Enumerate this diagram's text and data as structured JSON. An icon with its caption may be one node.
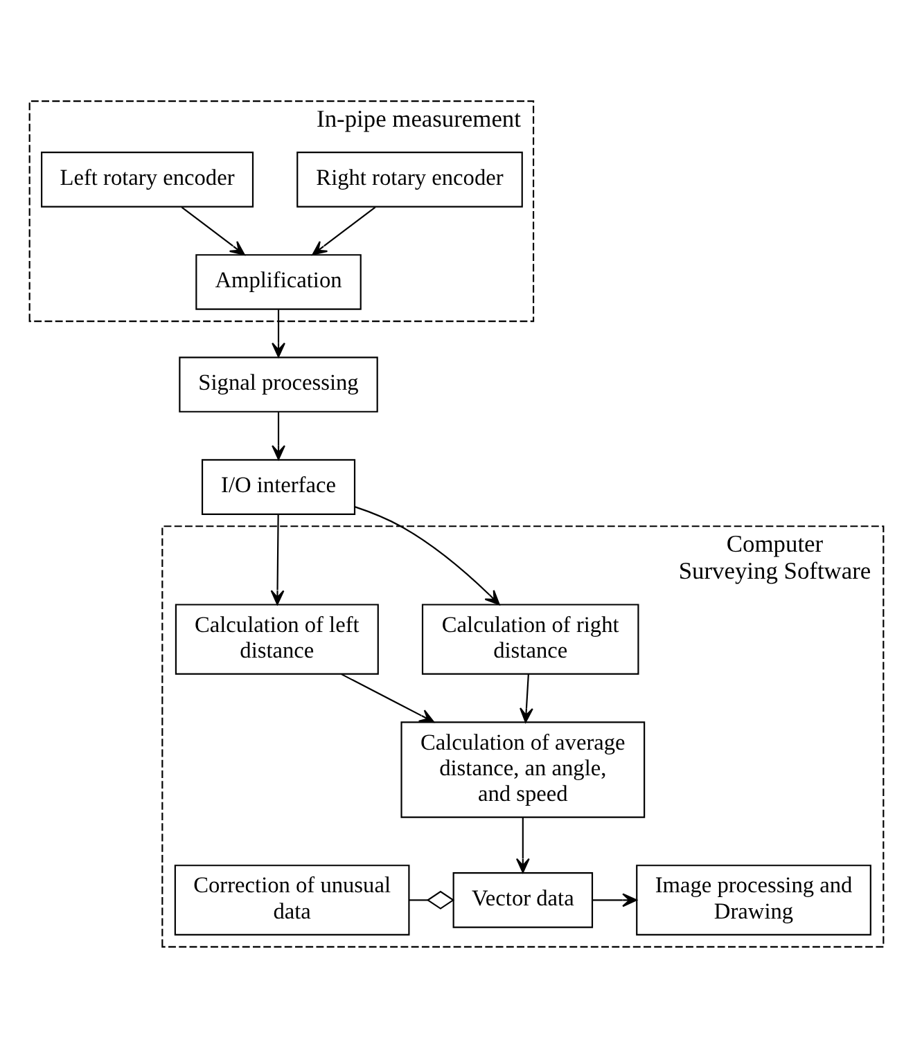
{
  "diagram": {
    "nodes": [
      {
        "text": [
          "In-pipe measurement"
        ]
      },
      {
        "text": [
          "Right rotary encoder"
        ],
        "in": 0
      },
      {
        "text": [
          "Left rotary encoder"
        ],
        "in": 0
      },
      {
        "text": [
          "Amplification"
        ],
        "in": 0
      },
      {
        "text": [
          "Signal processing"
        ]
      },
      {
        "text": [
          "I/O interface"
        ]
      },
      {
        "text": [
          "Computer",
          "Surveying Software"
        ]
      },
      {
        "text": [
          "Calculation of right distance"
        ],
        "in": 6
      },
      {
        "text": [
          "Calculation of left distance"
        ],
        "in": 6
      },
      {
        "text": [
          "Calculation of average distance, an angle, and speed"
        ],
        "in": 6
      },
      {
        "text": [
          "Correction of unusual data"
        ],
        "in": 6
      },
      {
        "text": [
          "Vector data"
        ],
        "in": 6
      },
      {
        "text": [
          "Image processing and Drawing"
        ],
        "in": 6
      }
    ],
    "edges": [
      {
        "from": 1,
        "to": 3,
        "arrow": "to"
      },
      {
        "from": 2,
        "to": 3,
        "arrow": "to"
      },
      {
        "from": 3,
        "to": 4,
        "arrow": "to"
      },
      {
        "from": 4,
        "to": 5,
        "arrow": "to"
      },
      {
        "from": 5,
        "to": 7,
        "arrow": "to"
      },
      {
        "from": 5,
        "to": 8,
        "arrow": "to"
      },
      {
        "from": 7,
        "to": 9,
        "arrow": "to"
      },
      {
        "from": 8,
        "to": 9,
        "arrow": "to"
      },
      {
        "from": 9,
        "to": 11,
        "arrow": "to"
      },
      {
        "from": 10,
        "to": 11,
        "arrow": "other"
      },
      {
        "from": 11,
        "to": 12,
        "arrow": "to"
      }
    ]
  }
}
